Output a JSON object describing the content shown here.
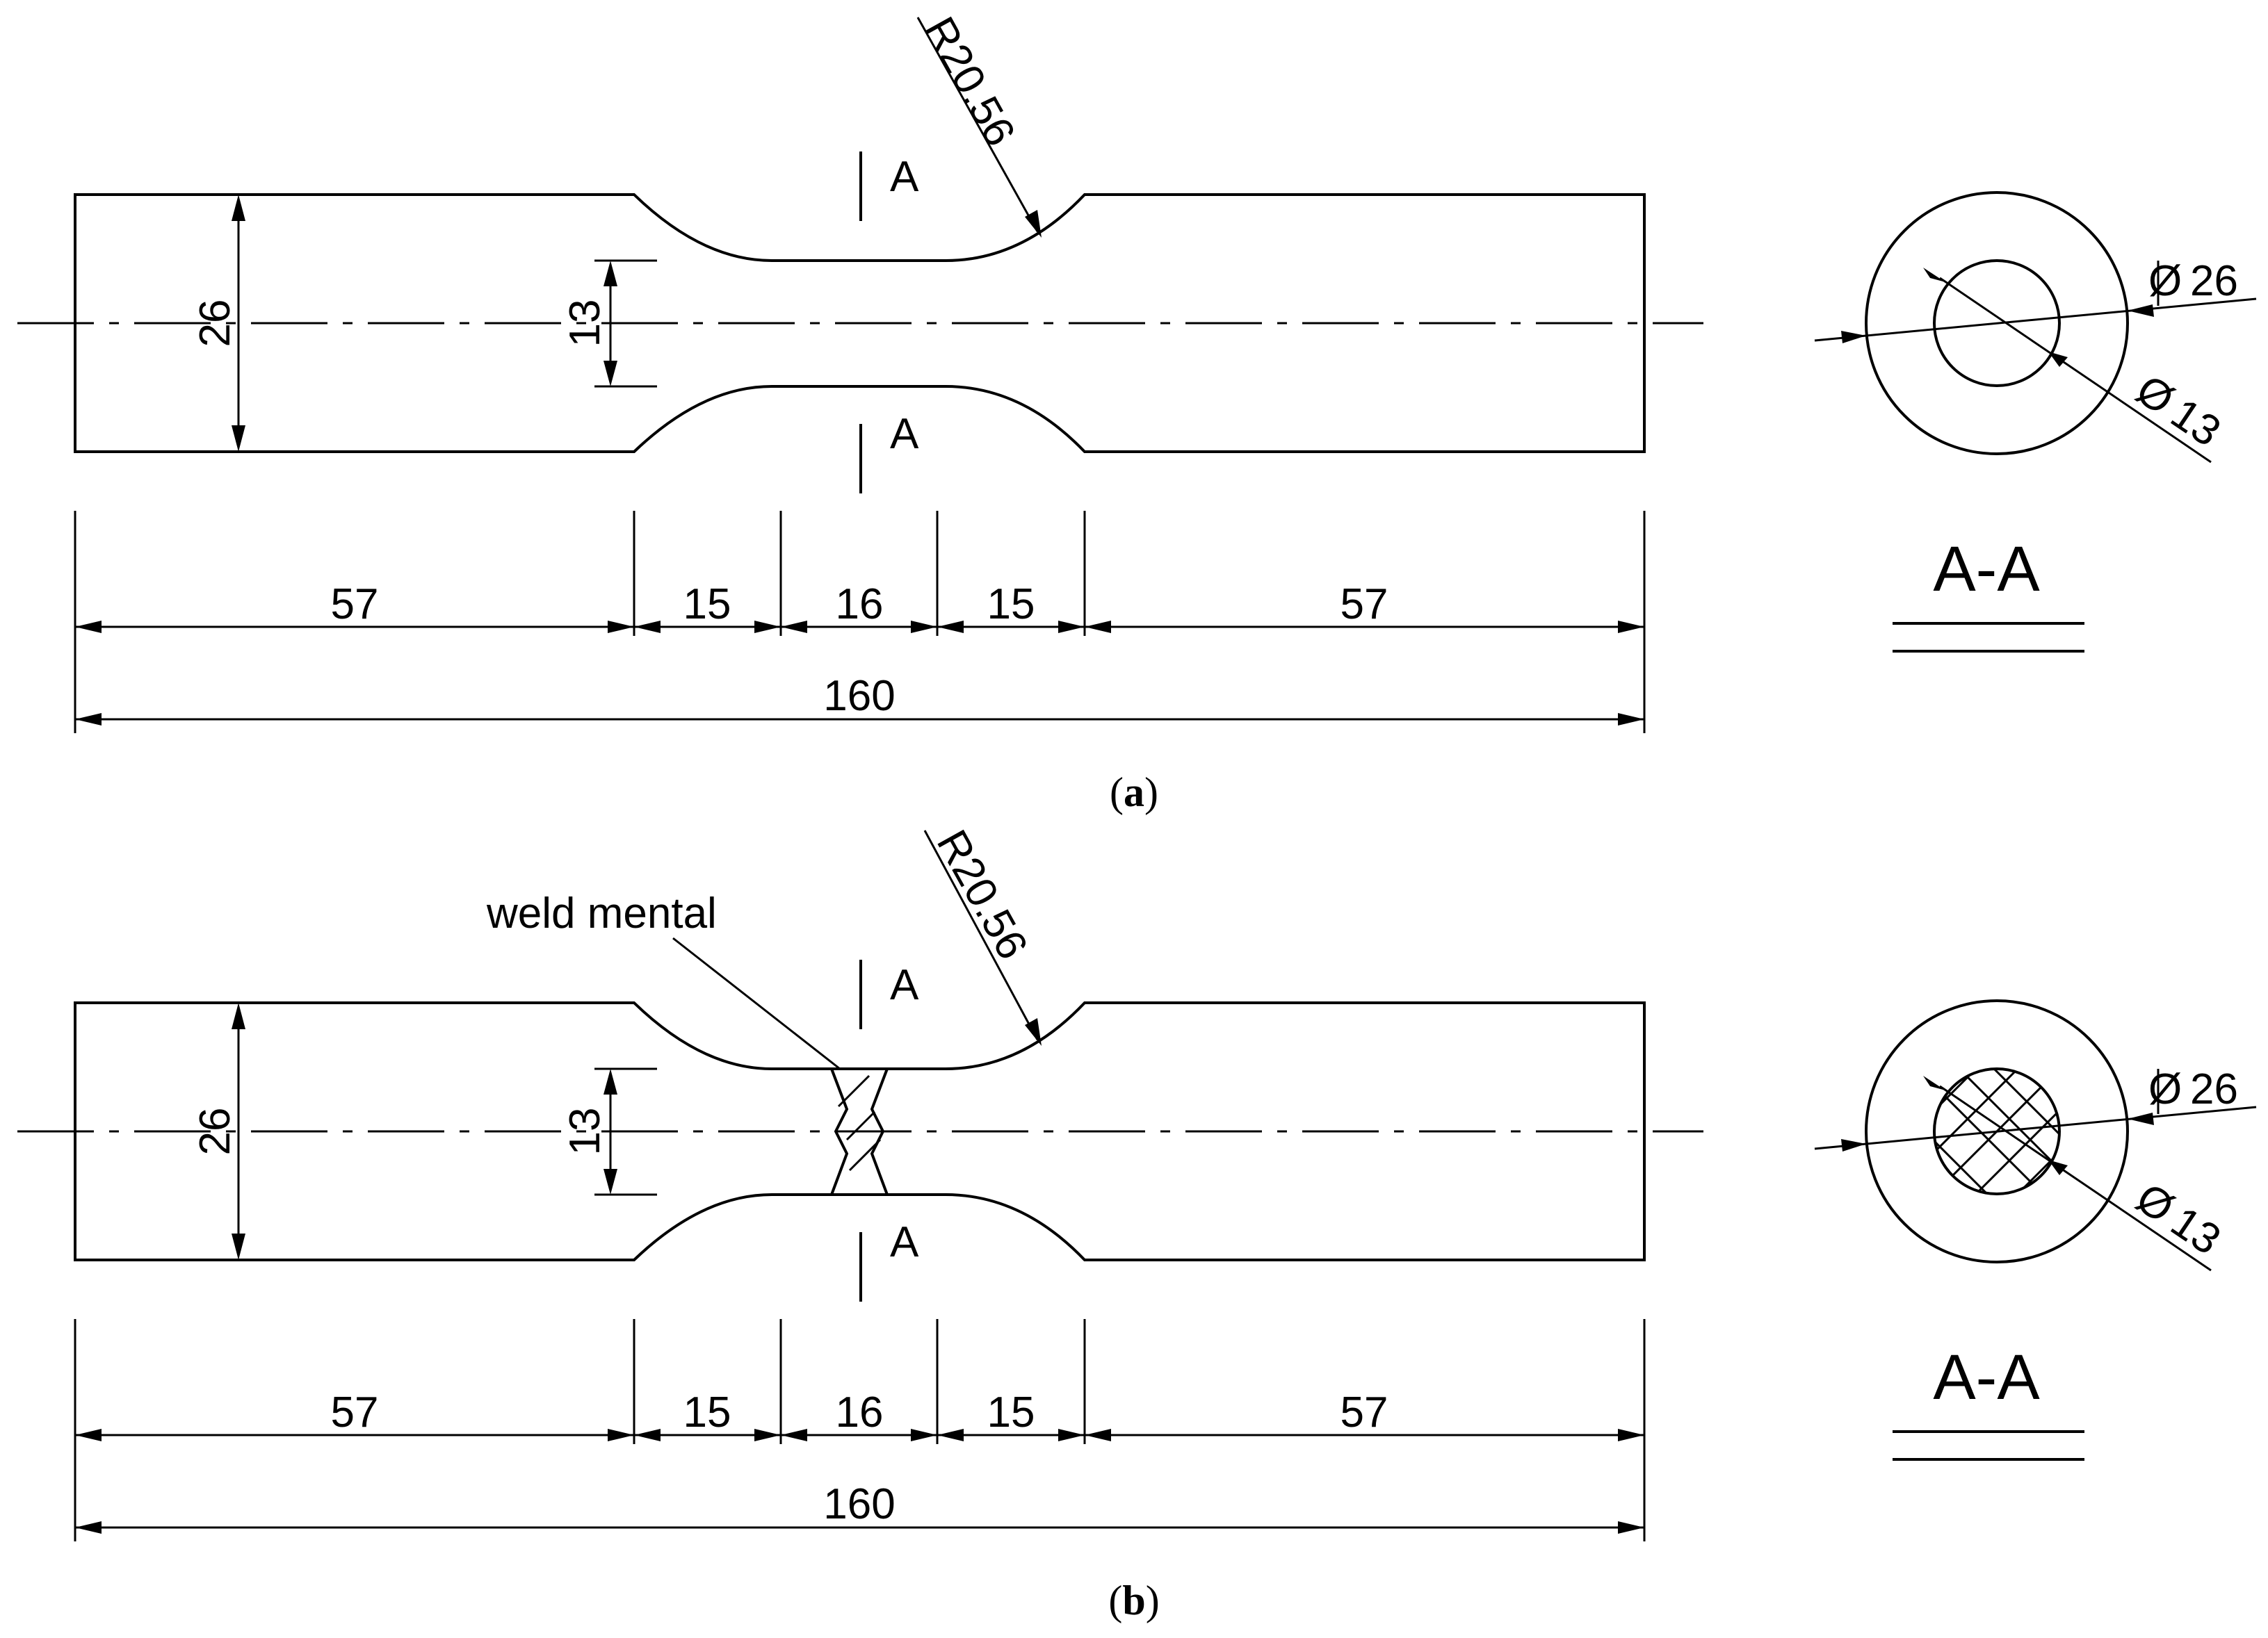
{
  "figures": [
    {
      "id": "a",
      "caption_open": "(",
      "caption_letter": "a",
      "caption_close": ")",
      "radius_label": "R20.56",
      "section_mark_top": "A",
      "section_mark_bottom": "A",
      "height_outer": "26",
      "height_inner": "13",
      "dims": [
        "57",
        "15",
        "16",
        "15",
        "57"
      ],
      "total": "160",
      "section_title": "A-A",
      "dia_outer": "26",
      "dia_inner": "13",
      "weld_label": "",
      "hatched": false
    },
    {
      "id": "b",
      "caption_open": "(",
      "caption_letter": "b",
      "caption_close": ")",
      "radius_label": "R20.56",
      "section_mark_top": "A",
      "section_mark_bottom": "A",
      "height_outer": "26",
      "height_inner": "13",
      "dims": [
        "57",
        "15",
        "16",
        "15",
        "57"
      ],
      "total": "160",
      "section_title": "A-A",
      "dia_outer": "26",
      "dia_inner": "13",
      "weld_label": "weld mental",
      "hatched": true
    }
  ],
  "diameter_symbol": "Ø"
}
